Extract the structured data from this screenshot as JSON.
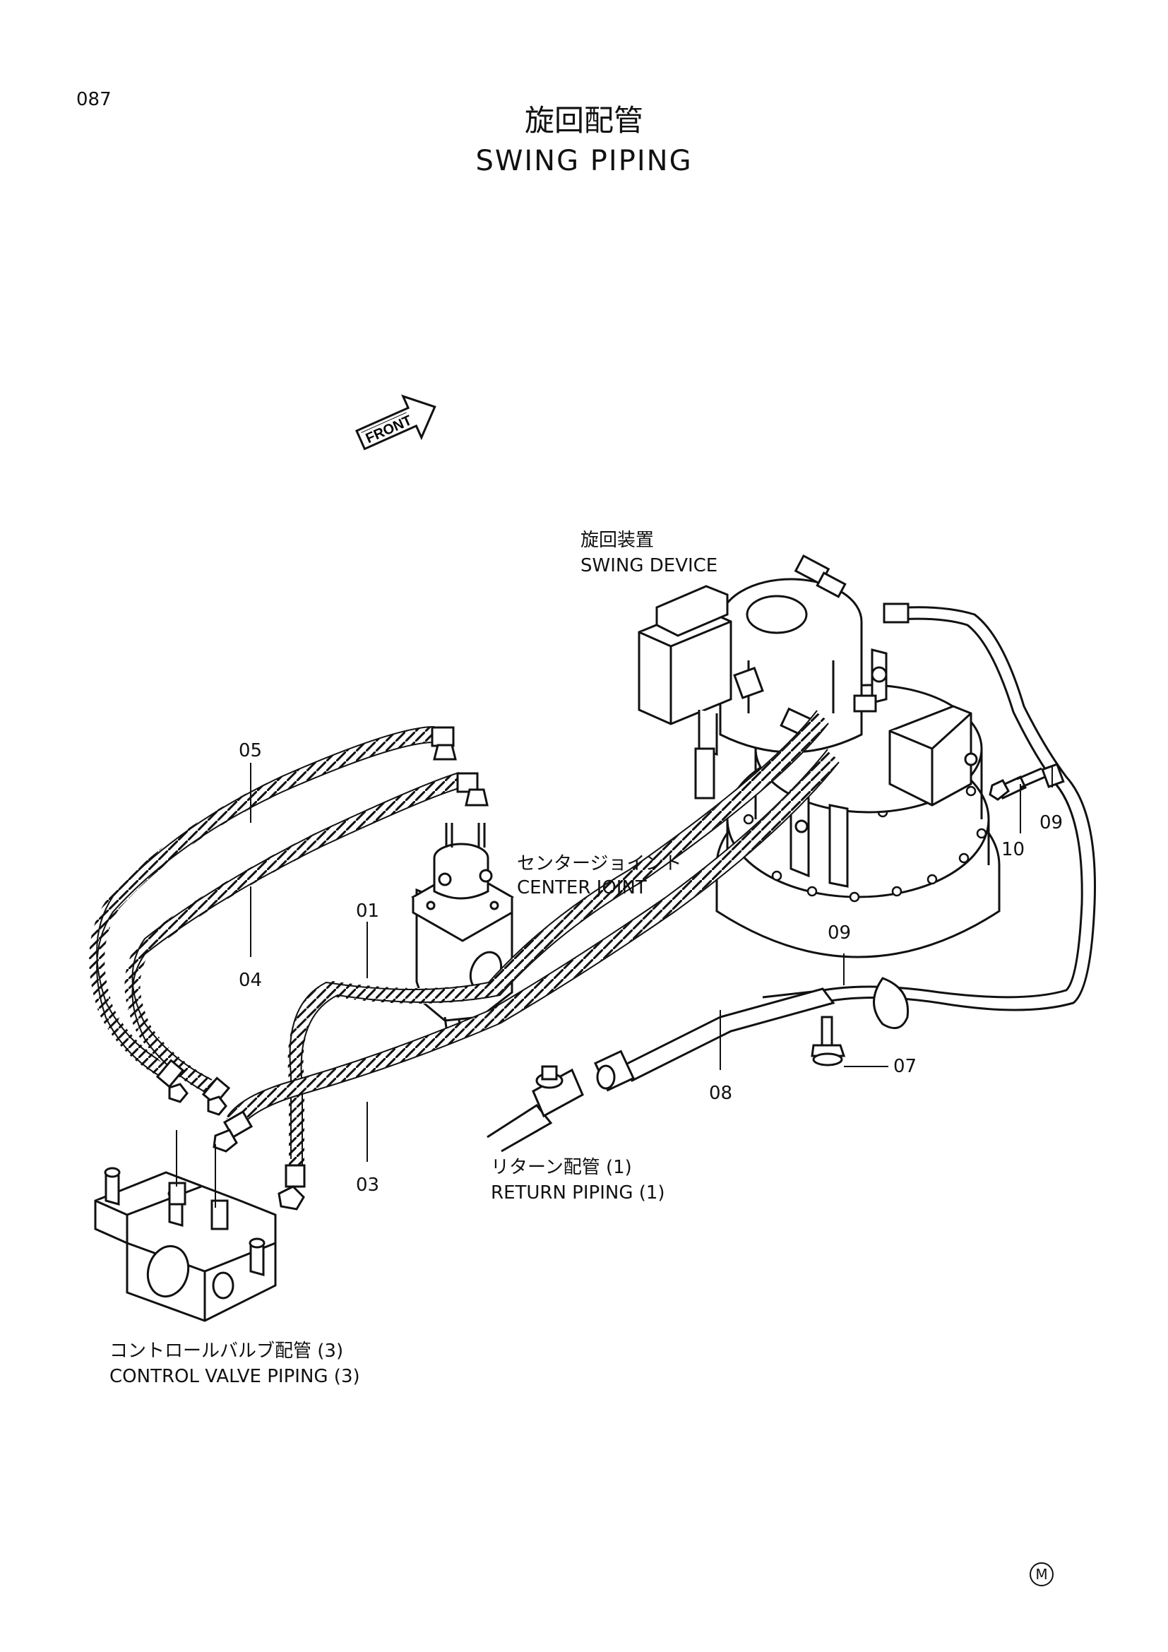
{
  "page": {
    "number": "087",
    "title_jp": "旋回配管",
    "title_en": "SWING PIPING"
  },
  "front_arrow": {
    "text": "FRONT"
  },
  "labels": {
    "swing_device_jp": "旋回装置",
    "swing_device_en": "SWING DEVICE",
    "center_joint_jp": "センタージョイント",
    "center_joint_en": "CENTER JOINT",
    "return_piping_jp": "リターン配管 (1)",
    "return_piping_en": "RETURN PIPING (1)",
    "control_valve_jp": "コントロールバルブ配管 (3)",
    "control_valve_en": "CONTROL VALVE PIPING (3)"
  },
  "part_numbers": {
    "p01": "01",
    "p03": "03",
    "p04": "04",
    "p05": "05",
    "p07": "07",
    "p08": "08",
    "p09a": "09",
    "p09b": "09",
    "p10": "10"
  },
  "mark": "M"
}
